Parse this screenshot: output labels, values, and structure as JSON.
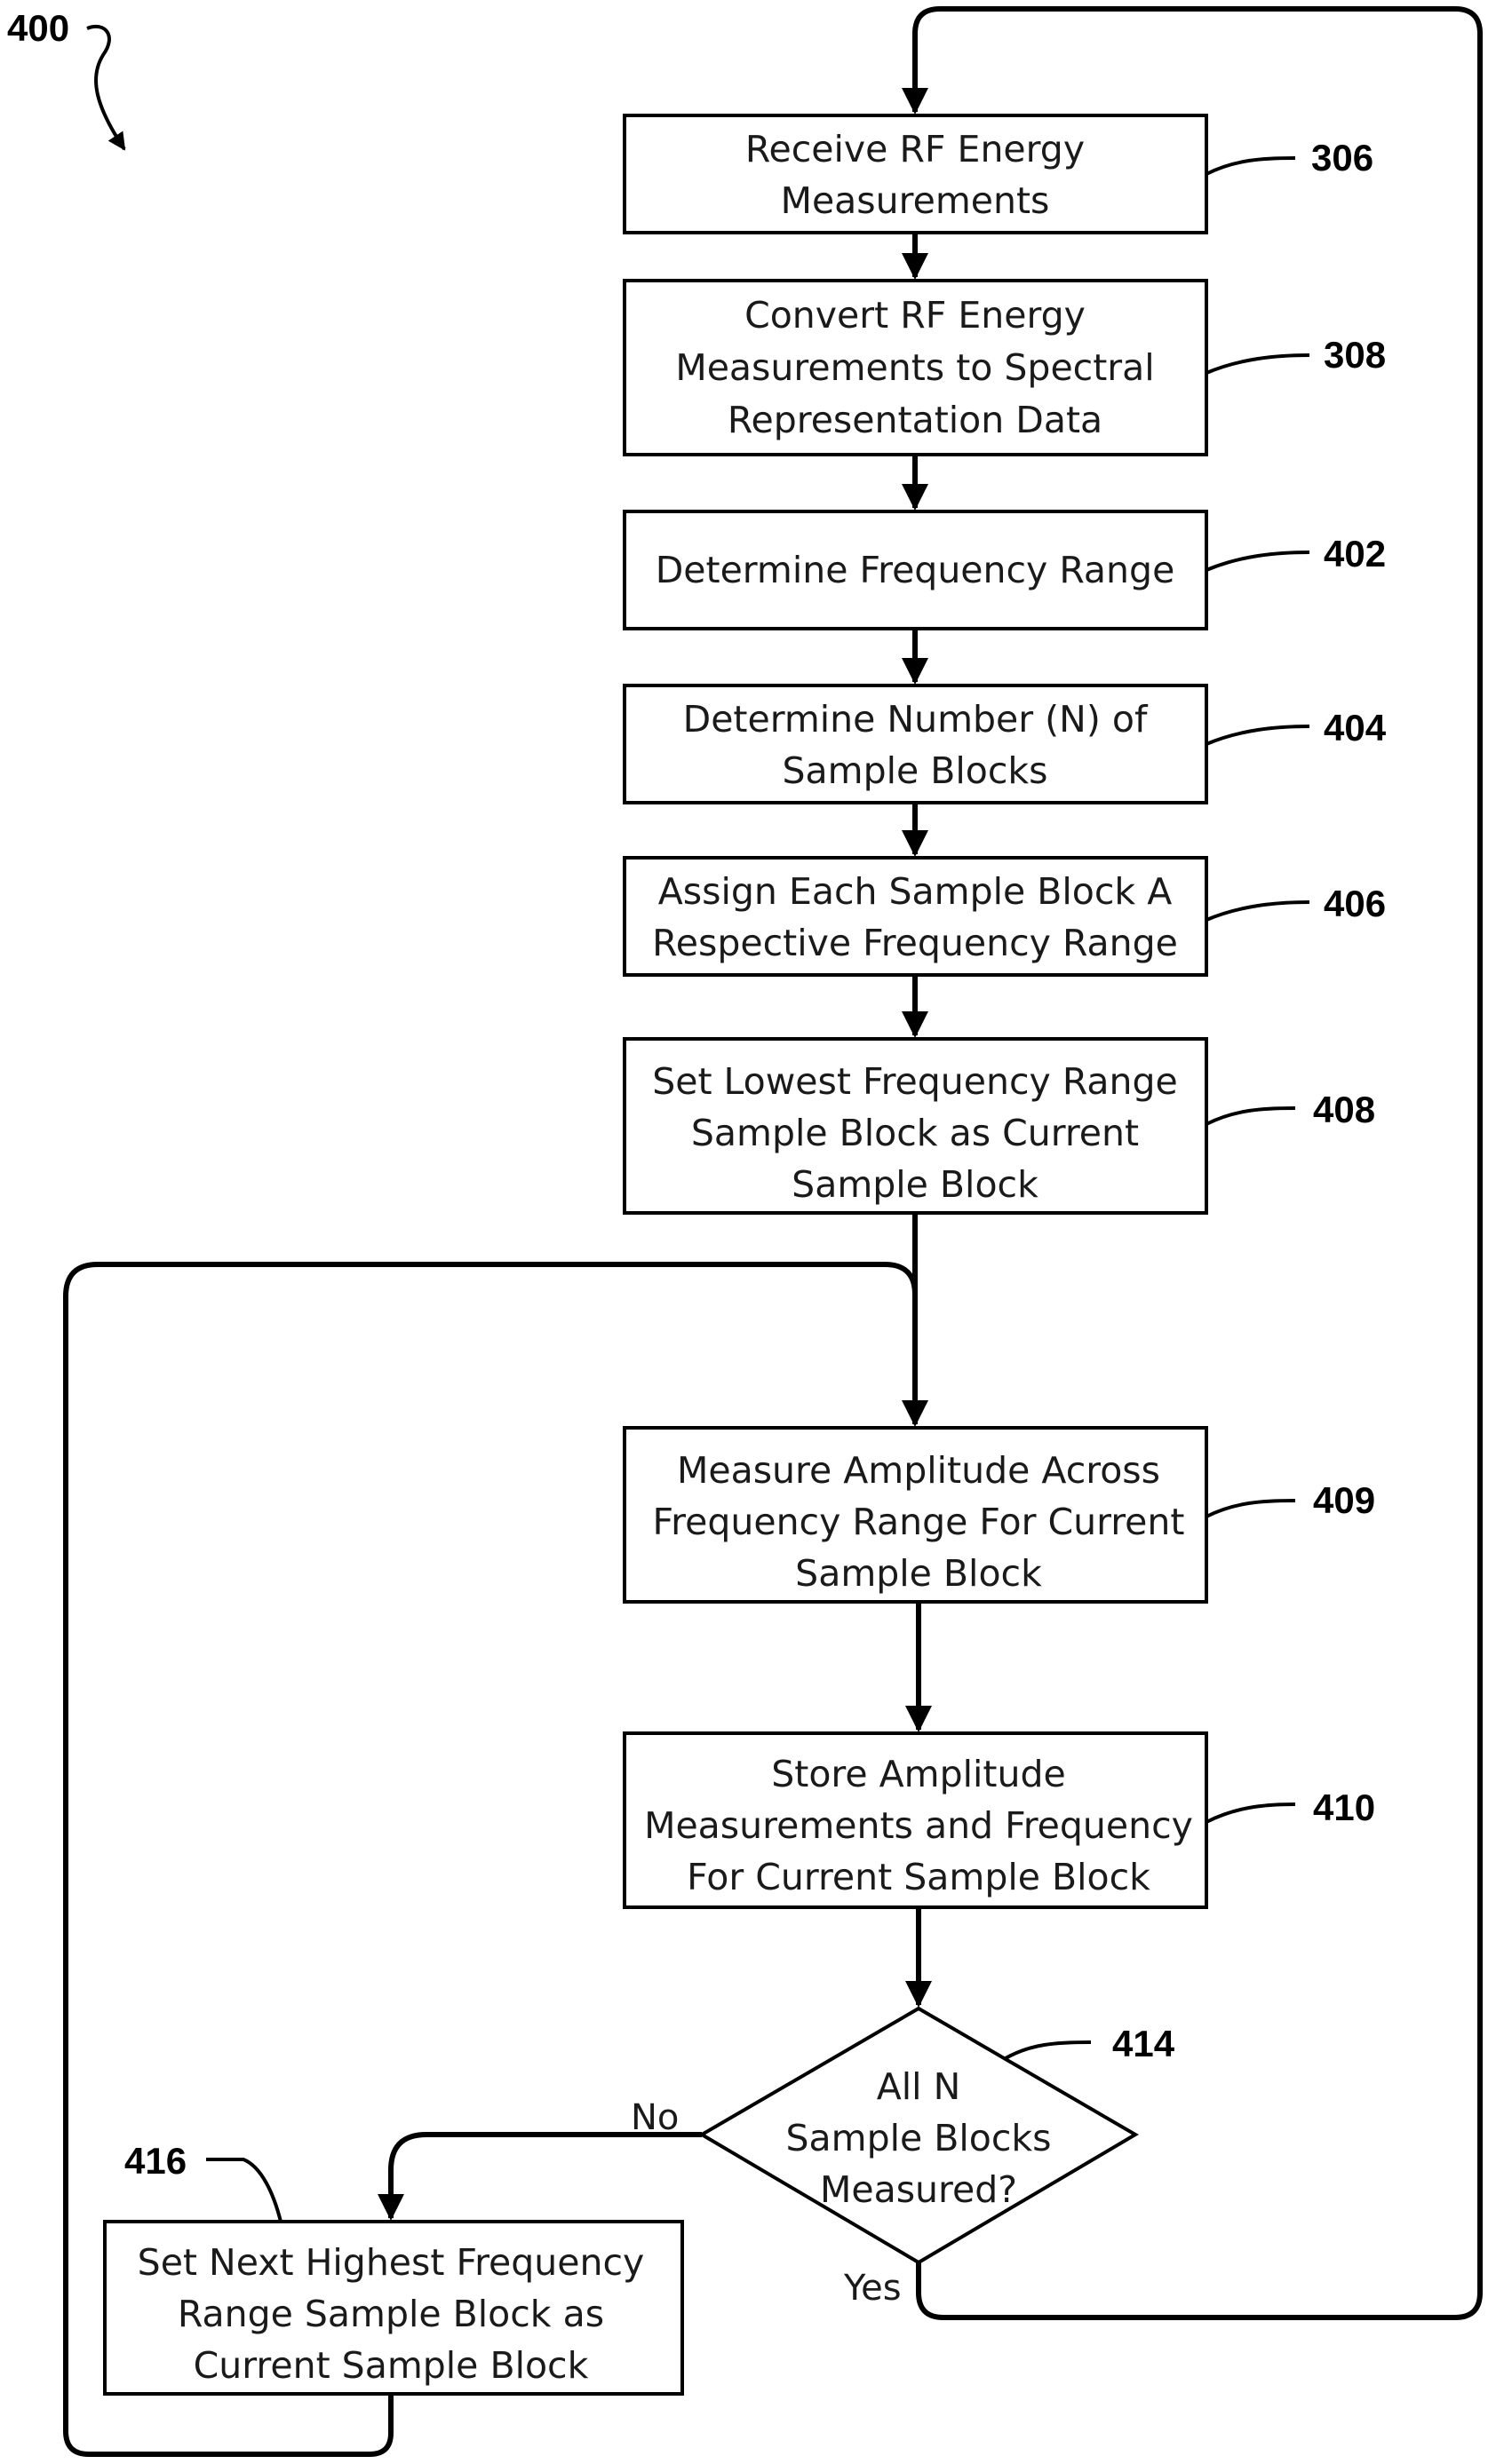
{
  "figure_ref": "400",
  "steps": [
    {
      "ref": "306",
      "lines": [
        "Receive RF Energy",
        "Measurements"
      ]
    },
    {
      "ref": "308",
      "lines": [
        "Convert RF Energy",
        "Measurements to Spectral",
        "Representation Data"
      ]
    },
    {
      "ref": "402",
      "lines": [
        "Determine Frequency Range"
      ]
    },
    {
      "ref": "404",
      "lines": [
        "Determine Number (N) of",
        "Sample Blocks"
      ]
    },
    {
      "ref": "406",
      "lines": [
        "Assign Each Sample Block A",
        "Respective Frequency Range"
      ]
    },
    {
      "ref": "408",
      "lines": [
        "Set Lowest Frequency Range",
        "Sample Block as Current",
        "Sample Block"
      ]
    },
    {
      "ref": "409",
      "lines": [
        "Measure Amplitude Across",
        "Frequency Range For Current",
        "Sample Block"
      ]
    },
    {
      "ref": "410",
      "lines": [
        "Store Amplitude",
        "Measurements and Frequency",
        "For Current Sample Block"
      ]
    }
  ],
  "decision": {
    "ref": "414",
    "lines": [
      "All N",
      "Sample Blocks",
      "Measured?"
    ]
  },
  "side_step": {
    "ref": "416",
    "lines": [
      "Set Next Highest Frequency",
      "Range Sample Block as",
      "Current Sample Block"
    ]
  },
  "branch_labels": {
    "no": "No",
    "yes": "Yes"
  }
}
